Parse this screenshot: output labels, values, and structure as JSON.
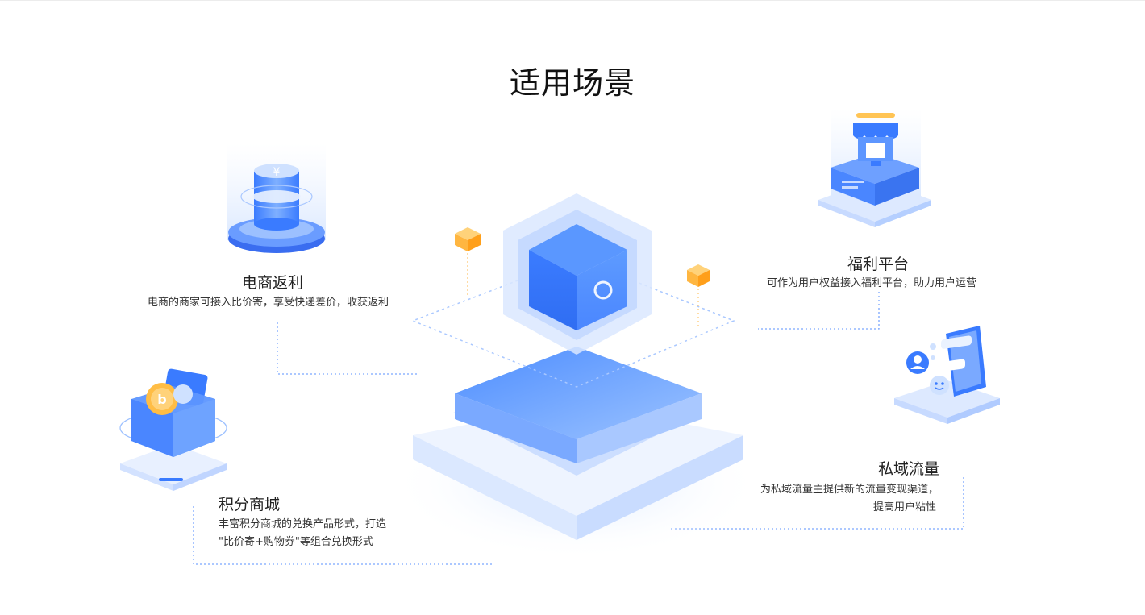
{
  "page_title": "适用场景",
  "scenes": [
    {
      "id": "ecommerce",
      "title": "电商返利",
      "desc": [
        "电商的商家可接入比价寄，享受快递差价，收获返利"
      ],
      "icon": "coin-stack-icon"
    },
    {
      "id": "welfare",
      "title": "福利平台",
      "desc": [
        "可作为用户权益接入福利平台，助力用户运营"
      ],
      "icon": "storefront-icon"
    },
    {
      "id": "points",
      "title": "积分商城",
      "desc": [
        "丰富积分商城的兑换产品形式，打造",
        "\"比价寄+购物券\"等组合兑换形式"
      ],
      "icon": "points-box-icon"
    },
    {
      "id": "private",
      "title": "私域流量",
      "desc": [
        "为私域流量主提供新的流量变现渠道，",
        "提高用户粘性"
      ],
      "icon": "phone-chat-icon"
    }
  ],
  "colors": {
    "primary": "#3a7bff",
    "light_blue": "#9ec3ff",
    "accent": "#ffb640",
    "title_text": "#111111",
    "body_text": "#333333"
  }
}
